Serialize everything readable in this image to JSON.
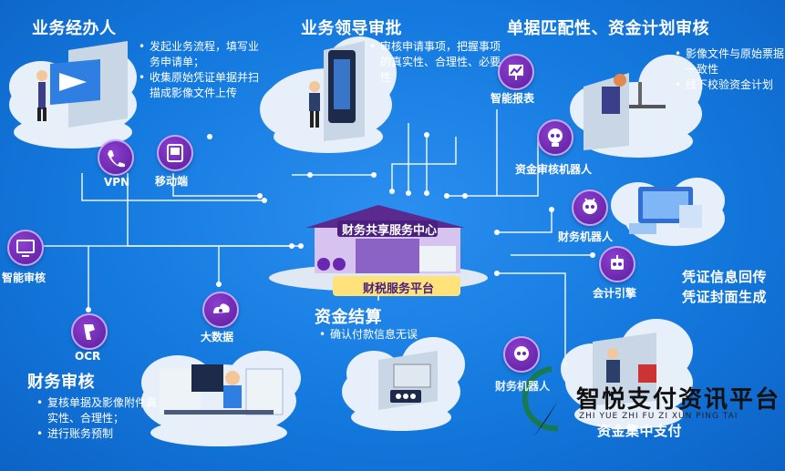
{
  "sections": {
    "business_handler": {
      "title": "业务经办人",
      "bullets": [
        "发起业务流程，填写业务申请单；",
        "收集原始凭证单据并扫描成影像文件上传"
      ]
    },
    "business_leader": {
      "title": "业务领导审批",
      "bullets": [
        "审核申请事项，把握事项的真实性、合理性、必要性"
      ]
    },
    "doc_match": {
      "title": "单据匹配性、资金计划审核",
      "bullets": [
        "影像文件与原始票据一致性",
        "线下校验资金计划"
      ]
    },
    "fund_settlement": {
      "title": "资金结算",
      "bullets": [
        "确认付款信息无误"
      ]
    },
    "finance_review": {
      "title": "财务审核",
      "bullets": [
        "复核单据及影像附件真实性、合理性；",
        "进行账务预制"
      ]
    },
    "voucher": {
      "lines": [
        "凭证信息回传",
        "凭证封面生成"
      ]
    },
    "fund_centralized": {
      "title": "资金集中支付"
    }
  },
  "center": {
    "top_label": "财务共享服务中心",
    "bottom_label": "财税服务平台"
  },
  "nodes": {
    "vpn": "VPN",
    "mobile": "移动端",
    "smart_report": "智能报表",
    "fund_robot": "资金审核机器人",
    "finance_robot": "财务机器人",
    "accounting_engine": "会计引擎",
    "smart_audit": "智能审核",
    "ocr": "OCR",
    "big_data": "大数据",
    "finance_robot_2": "财务机器人"
  },
  "watermark": {
    "text": "智悦支付资讯平台",
    "sub": "ZHI YUE ZHI FU ZI XUN PING TAI"
  },
  "colors": {
    "background": "#1479de",
    "icon": "#6a27b0",
    "house_roof": "#5b2a8f"
  }
}
